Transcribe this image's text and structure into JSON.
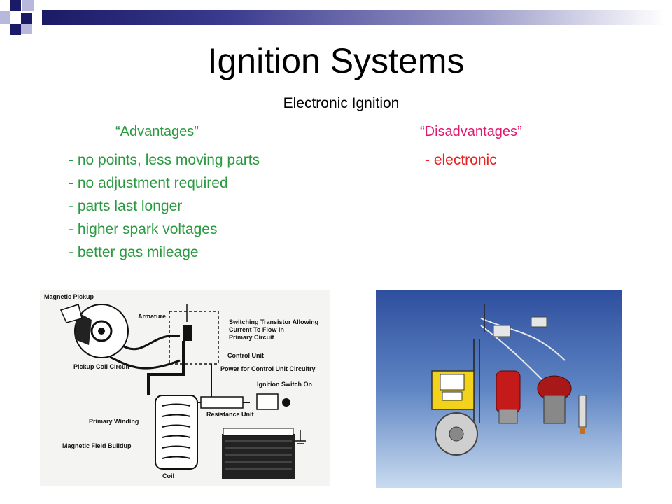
{
  "slide": {
    "title": "Ignition Systems",
    "subtitle": "Electronic Ignition",
    "advantages_heading": "“Advantages”",
    "disadvantages_heading": "“Disadvantages”",
    "advantages": [
      "- no points, less moving parts",
      "- no adjustment required",
      "- parts last longer",
      "- higher spark voltages",
      "- better gas mileage"
    ],
    "disadvantages": [
      "- electronic"
    ]
  },
  "diagram": {
    "labels": {
      "magnetic_pickup": "Magnetic Pickup",
      "armature": "Armature",
      "switching_transistor_1": "Switching Transistor  Allowing",
      "switching_transistor_2": "Current To Flow In",
      "switching_transistor_3": "Primary Circuit",
      "pickup_coil_circuit": "Pickup Coil Circuit",
      "control_unit": "Control Unit",
      "power_for_control_unit": "Power for Control Unit Circuitry",
      "ignition_switch_on": "Ignition Switch On",
      "resistance_unit": "Resistance Unit",
      "primary_winding": "Primary Winding",
      "magnetic_field_buildup": "Magnetic Field Buildup",
      "coil": "Coil"
    }
  },
  "colors": {
    "advantages": "#2a9a40",
    "disadvantages_heading": "#e0186e",
    "disadvantages_item": "#e82020",
    "title_bar_dark": "#1a1a66"
  }
}
